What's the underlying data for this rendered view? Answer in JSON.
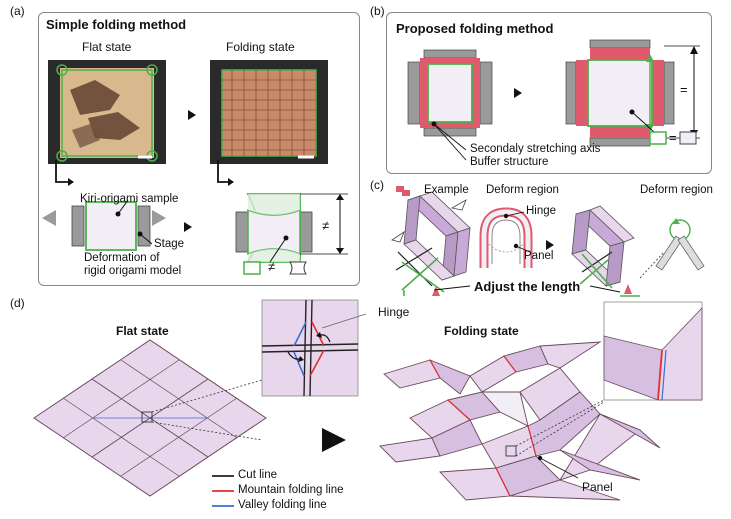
{
  "panel_a": {
    "tag": "(a)",
    "title": "Simple folding method",
    "flat_label": "Flat state",
    "folding_label": "Folding state",
    "sample_label": "Kiri-origami sample",
    "stage_label": "Stage",
    "deformation_label_1": "Deformation of",
    "deformation_label_2": "rigid origami model",
    "neq_symbol": "≠"
  },
  "panel_b": {
    "tag": "(b)",
    "title": "Proposed folding method",
    "axis_label": "Secondaly stretching axis",
    "buffer_label": "Buffer structure",
    "eq_symbol": "="
  },
  "panel_c": {
    "tag": "(c)",
    "example_label": "Example",
    "deform_region_1": "Deform region",
    "deform_region_2": "Deform region",
    "hinge_label": "Hinge",
    "panel_label": "Panel",
    "adjust_label": "Adjust the length"
  },
  "panel_d": {
    "tag": "(d)",
    "flat_label": "Flat state",
    "folding_label": "Folding state",
    "hinge_label": "Hinge",
    "panel_label": "Panel",
    "legend": [
      {
        "label": "Cut line",
        "color": "#222222"
      },
      {
        "label": "Mountain folding line",
        "color": "#e03030"
      },
      {
        "label": "Valley folding line",
        "color": "#3a6fd0"
      }
    ]
  },
  "colors": {
    "green": "#4cb04c",
    "red": "#e05a6e",
    "grey": "#9a9a9a",
    "lavender": "#e7d6ec",
    "purple": "#b79ac6"
  }
}
